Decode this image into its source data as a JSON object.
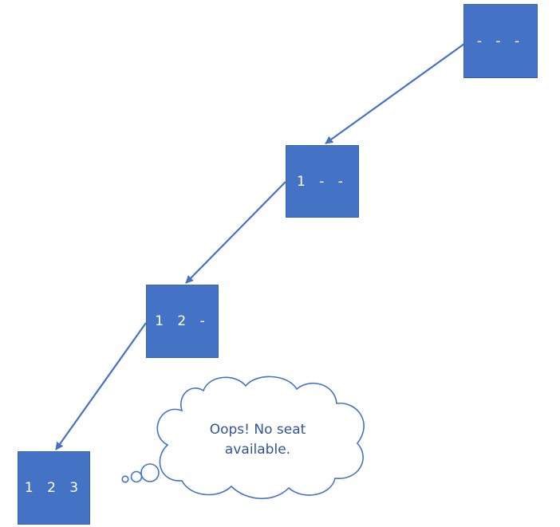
{
  "nodes": [
    {
      "label": "- - -"
    },
    {
      "label": "1 - -"
    },
    {
      "label": "1 2 -"
    },
    {
      "label": "1 2 3"
    }
  ],
  "thought_bubble": {
    "line1": "Oops! No seat",
    "line2": "available."
  },
  "colors": {
    "node_fill": "#4472C4",
    "node_text": "#FFFFFF",
    "arrow": "#4472C4",
    "bubble_outline": "#4472C4",
    "bubble_text": "#2F5597"
  }
}
